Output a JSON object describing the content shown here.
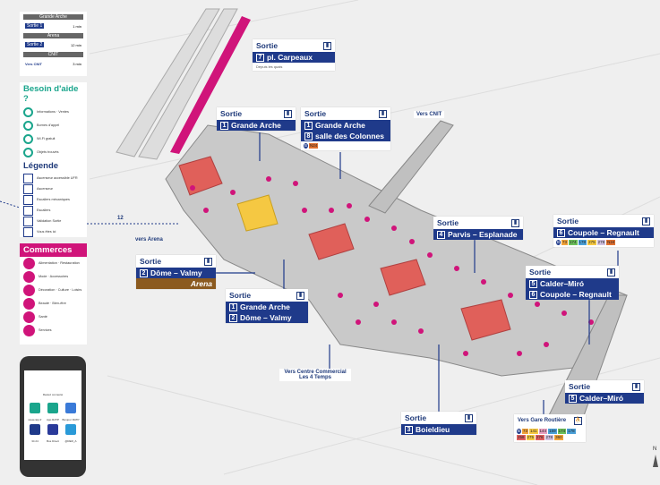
{
  "destinations_panel": [
    {
      "title": "Grande Arche",
      "exit": "Sortie 1",
      "time": "1 min"
    },
    {
      "title": "Arena",
      "exit": "Sortie 2",
      "time": "12 min"
    },
    {
      "title": "CNIT",
      "exit": "Vers CNIT",
      "time": "3 min"
    }
  ],
  "help": {
    "title": "Besoin d'aide ?",
    "items": [
      "Informations · Ventes",
      "Bornes d'appel",
      "Wi-Fi gratuit",
      "Objets trouvés"
    ]
  },
  "legend": {
    "title": "Légende",
    "items": [
      "Ascenseur accessible UFR",
      "Ascenseur",
      "Escaliers mécaniques",
      "Escaliers",
      "Validation Sortie",
      "Vous êtes ici"
    ]
  },
  "commerces": {
    "title": "Commerces",
    "items": [
      "Alimentation · Restauration",
      "Mode · Accessoires",
      "Décoration · Culture · Loisirs",
      "Beauté · Bien-être",
      "Santé",
      "Services"
    ],
    "color": "#d0147a"
  },
  "phone": {
    "label": "Restez connecté",
    "apps": [
      "www.ratp.fr",
      "App RATP",
      "Bonjour RATP",
      "34 24",
      "Bus Direct",
      "@RER_A"
    ]
  },
  "exits": {
    "carpeaux": {
      "header": "Sortie",
      "rows": [
        {
          "num": "7",
          "name": "pl. Carpeaux"
        }
      ],
      "note": "Depuis les quais"
    },
    "grande_arche_a": {
      "header": "Sortie",
      "rows": [
        {
          "num": "1",
          "name": "Grande Arche"
        }
      ]
    },
    "grande_arche_b": {
      "header": "Sortie",
      "rows": [
        {
          "num": "1",
          "name": "Grande Arche"
        },
        {
          "num": "8",
          "name": "salle des Colonnes"
        }
      ],
      "bus": [
        "N24"
      ]
    },
    "parvis": {
      "header": "Sortie",
      "rows": [
        {
          "num": "4",
          "name": "Parvis – Esplanade"
        }
      ]
    },
    "coupole": {
      "header": "Sortie",
      "rows": [
        {
          "num": "6",
          "name": "Coupole – Regnault"
        }
      ],
      "bus": [
        "73",
        "174",
        "178",
        "275",
        "278",
        "N24"
      ]
    },
    "calder_coupole": {
      "header": "Sortie",
      "rows": [
        {
          "num": "5",
          "name": "Calder–Miró"
        },
        {
          "num": "6",
          "name": "Coupole – Regnault"
        }
      ]
    },
    "dome": {
      "header": "Sortie",
      "rows": [
        {
          "num": "2",
          "name": "Dôme – Valmy"
        }
      ],
      "extra": "Arena"
    },
    "arche_dome": {
      "header": "Sortie",
      "rows": [
        {
          "num": "1",
          "name": "Grande Arche"
        },
        {
          "num": "2",
          "name": "Dôme – Valmy"
        }
      ]
    },
    "boieldieu": {
      "header": "Sortie",
      "rows": [
        {
          "num": "3",
          "name": "Boieldieu"
        }
      ]
    },
    "calder": {
      "header": "Sortie",
      "rows": [
        {
          "num": "5",
          "name": "Calder–Miró"
        }
      ]
    }
  },
  "gare_routiere": {
    "label": "Vers Gare Routière",
    "bus": [
      "73",
      "141",
      "144",
      "159",
      "174",
      "178",
      "258",
      "275",
      "276",
      "278",
      "360"
    ]
  },
  "labels": {
    "cnit": "Vers CNIT",
    "arena": "vers Arena",
    "arena_time": "12",
    "centre": "Vers Centre Commercial Les 4 Temps",
    "north": "N"
  },
  "colors": {
    "exit_blue": "#1f3a8a",
    "platform_red": "#e0605a",
    "shops_pink": "#d0147a",
    "help_teal": "#1aa58c",
    "arena_brown": "#8b5a1f"
  }
}
